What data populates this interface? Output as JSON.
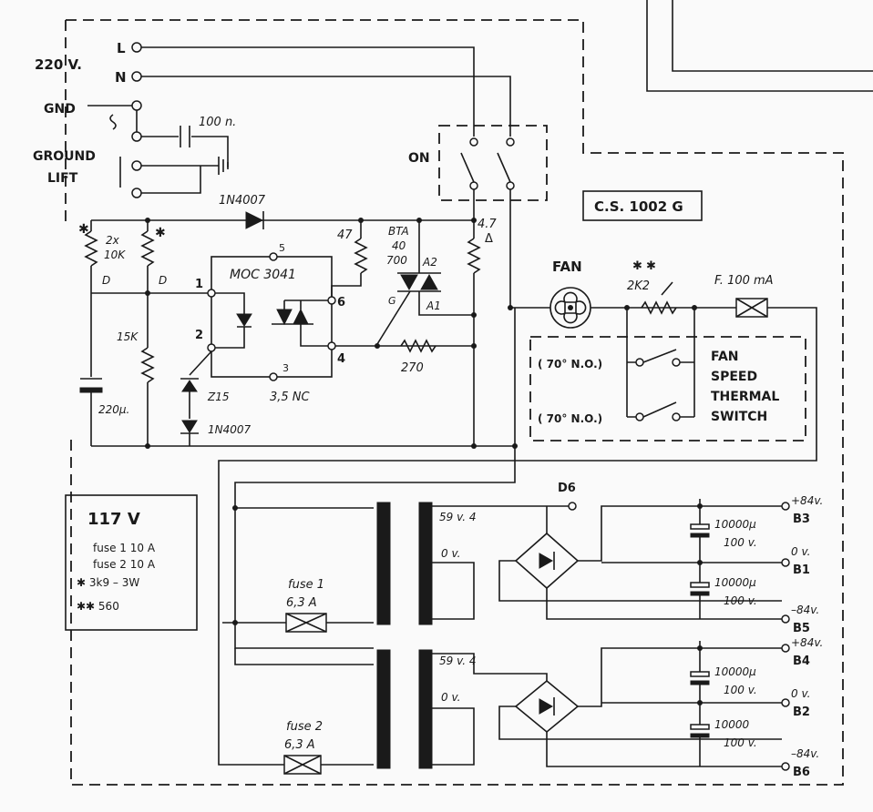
{
  "mains": {
    "voltage": "220 V.",
    "l": "L",
    "n": "N",
    "gnd": "GND",
    "ground_lift_1": "GROUND",
    "ground_lift_2": "LIFT",
    "cap_100n": "100 n."
  },
  "switch": {
    "on": "ON"
  },
  "board": {
    "code": "C.S. 1002 G"
  },
  "components": {
    "diode_top": "1N4007",
    "r_2x10k_1": "2x",
    "r_2x10k_2": "10K",
    "marker_d": "D",
    "star": "✱",
    "r_15k": "15K",
    "cap_220u": "220μ.",
    "zener": "Z15",
    "diode_bottom": "1N4007",
    "opto": "MOC 3041",
    "pin1": "1",
    "pin2": "2",
    "pin3": "3",
    "pin4": "4",
    "pin5": "5",
    "pin6": "6",
    "opto_nc": "3,5 NC",
    "r_47": "47",
    "r_270": "270",
    "triac_1": "BTA",
    "triac_2": "40",
    "triac_3": "700",
    "a2": "A2",
    "a1": "A1",
    "g": "G",
    "r_47_top": "4.7",
    "r_47_delta": "Δ"
  },
  "fan": {
    "label": "FAN",
    "stars": "✱ ✱",
    "r_2k2": "2K2",
    "fuse": "F. 100 mA",
    "thermal_1": "( 70° N.O.)",
    "thermal_2": "( 70° N.O.)",
    "box_1": "FAN",
    "box_2": "SPEED",
    "box_3": "THERMAL",
    "box_4": "SWITCH"
  },
  "legend": {
    "title": "117 V",
    "line1": "fuse 1  10 A",
    "line2": "fuse 2  10 A",
    "line3": "✱ 3k9 – 3W",
    "line4": "✱✱ 560"
  },
  "transformer": {
    "fuse1_label": "fuse 1",
    "fuse1_value": "6,3 A",
    "fuse2_label": "fuse 2",
    "fuse2_value": "6,3 A",
    "sec1_top": "59 v. 4",
    "sec1_bot": "0 v.",
    "sec2_top": "59 v. 4",
    "sec2_bot": "0 v.",
    "d6": "D6"
  },
  "outputs": {
    "cap_1": "10000μ",
    "cap_1v": "100 v.",
    "cap_2": "10000μ",
    "cap_2v": "100 v.",
    "cap_3": "10000μ",
    "cap_3v": "100 v.",
    "cap_4": "10000",
    "cap_4v": "100 v.",
    "b3_v": "+84v.",
    "b3": "B3",
    "b1_v": "0 v.",
    "b1": "B1",
    "b5_v": "–84v.",
    "b5": "B5",
    "b4_v": "+84v.",
    "b4": "B4",
    "b2_v": "0 v.",
    "b2": "B2",
    "b6_v": "–84v.",
    "b6": "B6"
  }
}
